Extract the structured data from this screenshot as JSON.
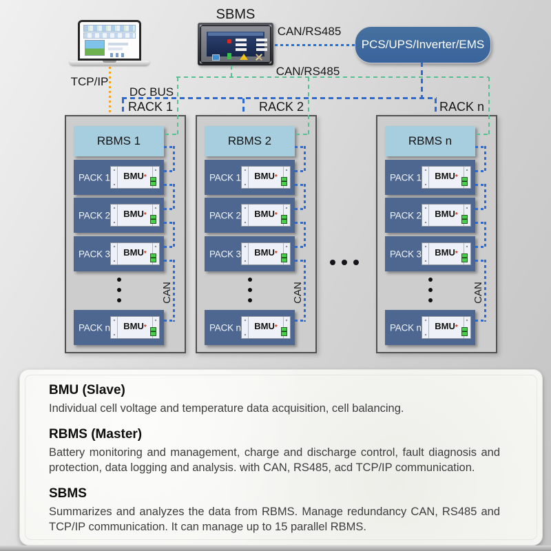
{
  "diagram": {
    "sbms_label": "SBMS",
    "tcpip_label": "TCP/IP",
    "can_rs485_top": "CAN/RS485",
    "can_rs485_mid": "CAN/RS485",
    "dc_bus_label": "DC BUS",
    "pcs_label": "PCS/UPS/Inverter/EMS",
    "can_label": "CAN",
    "bmu_label": "BMU",
    "bmu_mark": "*",
    "racks": [
      {
        "rack_label": "RACK 1",
        "rbms_label": "RBMS 1",
        "packs": [
          "PACK 1",
          "PACK 2",
          "PACK 3",
          "PACK n"
        ]
      },
      {
        "rack_label": "RACK 2",
        "rbms_label": "RBMS 2",
        "packs": [
          "PACK 1",
          "PACK 2",
          "PACK 3",
          "PACK n"
        ]
      },
      {
        "rack_label": "RACK n",
        "rbms_label": "RBMS n",
        "packs": [
          "PACK 1",
          "PACK 2",
          "PACK 3",
          "PACK n"
        ]
      }
    ]
  },
  "legend": {
    "sections": [
      {
        "heading": "BMU (Slave)",
        "body": "Individual cell voltage and temperature data acquisition, cell balancing."
      },
      {
        "heading": "RBMS (Master)",
        "body": "Battery monitoring and management, charge and discharge control, fault diagnosis and protection, data logging and analysis. with CAN, RS485, acd TCP/IP communication."
      },
      {
        "heading": "SBMS",
        "body": "Summarizes and analyzes the data from RBMS. Manage redundancy CAN, RS485 and TCP/IP communication. It can manage up to 15 parallel RBMS."
      }
    ]
  },
  "colors": {
    "line_blue": "#2a6cd4",
    "line_green": "#55c193",
    "line_orange": "#f7a21e",
    "pcs_fill": "#3f6ba3",
    "rbms_fill": "#a6cede",
    "pack_fill": "#4e6790",
    "rack_fill": "#cdcdcd"
  }
}
